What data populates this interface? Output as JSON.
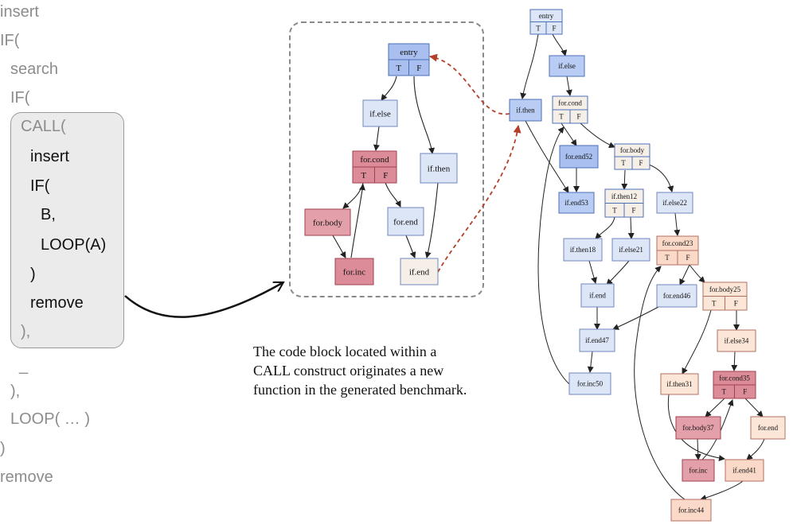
{
  "code_lines": {
    "l1": "insert",
    "l2": "IF(",
    "l3": "search",
    "l4": "IF(",
    "l5": "CALL(",
    "l6": "insert",
    "l7": "IF(",
    "l8": "B,",
    "l9": "LOOP(A)",
    "l10": ")",
    "l11": "remove",
    "l12": "),",
    "l13": "_",
    "l14": "),",
    "l15": "LOOP( … )",
    "l16": ")",
    "l17": "remove"
  },
  "caption": {
    "line1": "The code block located within a",
    "line2": "CALL construct originates a new",
    "line3": "function in the generated benchmark."
  },
  "colors": {
    "light_blue": "#dde6f7",
    "blue": "#b9ccf3",
    "blue_dark": "#a9bff0",
    "cream": "#f5efe8",
    "rose_dark": "#dc8c98",
    "rose": "#e3a0aa",
    "peach": "#fbd9c8",
    "peach_light": "#fce6d8",
    "arrow_red": "#b5402a"
  },
  "left_graph": {
    "nodes": [
      {
        "id": "entry",
        "label": "entry",
        "ports": [
          "T",
          "F"
        ]
      },
      {
        "id": "if_else",
        "label": "if.else"
      },
      {
        "id": "for_cond",
        "label": "for.cond",
        "ports": [
          "T",
          "F"
        ]
      },
      {
        "id": "if_then",
        "label": "if.then"
      },
      {
        "id": "for_body",
        "label": "for.body"
      },
      {
        "id": "for_end",
        "label": "for.end"
      },
      {
        "id": "for_inc",
        "label": "for.inc"
      },
      {
        "id": "if_end",
        "label": "if.end"
      }
    ]
  },
  "right_graph": {
    "nodes": [
      {
        "id": "entry",
        "label": "entry",
        "ports": [
          "T",
          "F"
        ]
      },
      {
        "id": "if_else",
        "label": "if.else"
      },
      {
        "id": "if_then",
        "label": "if.then"
      },
      {
        "id": "for_cond",
        "label": "for.cond",
        "ports": [
          "T",
          "F"
        ]
      },
      {
        "id": "for_end52",
        "label": "for.end52"
      },
      {
        "id": "for_body",
        "label": "for.body",
        "ports": [
          "T",
          "F"
        ]
      },
      {
        "id": "if_end53",
        "label": "if.end53"
      },
      {
        "id": "if_then12",
        "label": "if.then12",
        "ports": [
          "T",
          "F"
        ]
      },
      {
        "id": "if_else22",
        "label": "if.else22"
      },
      {
        "id": "if_then18",
        "label": "if.then18"
      },
      {
        "id": "if_else21",
        "label": "if.else21"
      },
      {
        "id": "for_cond23",
        "label": "for.cond23",
        "ports": [
          "T",
          "F"
        ]
      },
      {
        "id": "if_end",
        "label": "if.end"
      },
      {
        "id": "for_end46",
        "label": "for.end46"
      },
      {
        "id": "for_body25",
        "label": "for.body25",
        "ports": [
          "T",
          "F"
        ]
      },
      {
        "id": "if_end47",
        "label": "if.end47"
      },
      {
        "id": "if_else34",
        "label": "if.else34"
      },
      {
        "id": "for_inc50",
        "label": "for.inc50"
      },
      {
        "id": "if_then31",
        "label": "if.then31"
      },
      {
        "id": "for_cond35",
        "label": "for.cond35",
        "ports": [
          "T",
          "F"
        ]
      },
      {
        "id": "for_body37",
        "label": "for.body37"
      },
      {
        "id": "for_end",
        "label": "for.end"
      },
      {
        "id": "for_inc",
        "label": "for.inc"
      },
      {
        "id": "if_end41",
        "label": "if.end41"
      },
      {
        "id": "for_inc44",
        "label": "for.inc44"
      }
    ]
  }
}
